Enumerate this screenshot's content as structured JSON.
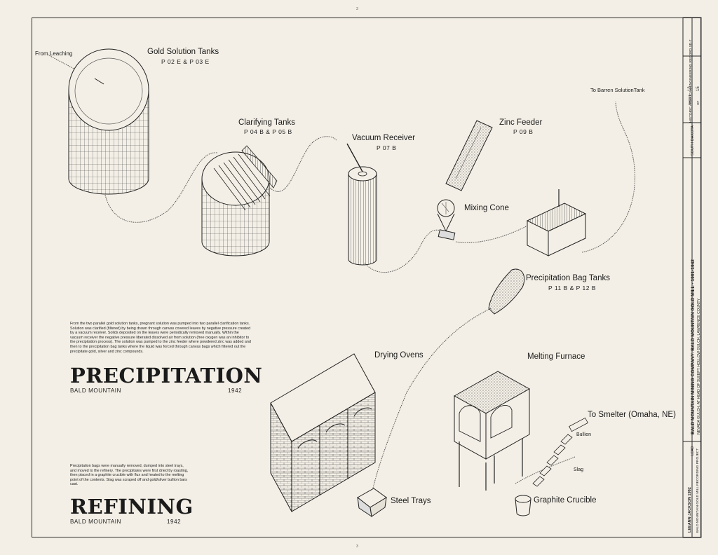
{
  "flow": {
    "from_leaching": "From Leaching",
    "to_barren": "To Barren SolutionTank"
  },
  "components": {
    "gold_tanks": {
      "title": "Gold Solution Tanks",
      "code": "P 02 E  &  P 03 E"
    },
    "clarifying": {
      "title": "Clarifying Tanks",
      "code": "P 04 B  &  P 05 B"
    },
    "vacuum": {
      "title": "Vacuum Receiver",
      "code": "P 07 B"
    },
    "zinc": {
      "title": "Zinc Feeder",
      "code": "P 09 B"
    },
    "mixing": {
      "title": "Mixing Cone"
    },
    "bag_tanks": {
      "title": "Precipitation Bag Tanks",
      "code": "P 11 B  &  P 12 B"
    },
    "drying": {
      "title": "Drying Ovens"
    },
    "melting": {
      "title": "Melting Furnace"
    },
    "smelter": {
      "title": "To Smelter (Omaha, NE)"
    },
    "bullion": {
      "title": "Bullion"
    },
    "slag": {
      "title": "Slag"
    },
    "crucible": {
      "title": "Graphite Crucible"
    },
    "trays": {
      "title": "Steel Trays"
    }
  },
  "precipitation": {
    "note": "From the two parallel gold solution tanks, pregnant solution was pumped into two parallel clarification tanks. Solution was clarified (filtered) by being drawn through canvas covered leaves by negative pressure created by a vacuum receiver. Solids deposited on the leaves were periodically removed manually. Within the vacuum receiver the negative pressure liberated dissolved air from solution (free oxygen was an inhibitor to the precipitation process). The solution was pumped to the zinc feeder where powdered zinc was added and then to the precipitation bag tanks where the liquid was forced through canvas bags which filtered out the precipitate gold, silver and zinc compounds.",
    "heading": "PRECIPITATION",
    "place": "BALD MOUNTAIN",
    "year": "1942"
  },
  "refining": {
    "note": "Precipitation bags were manually removed, dumped into steel trays, and moved to the refinery. The precipitates were first dried by roasting, then placed in a graphite crucible with flux and heated to the melting point of the contents. Slag was scraped off and gold/silver bullion bars cast.",
    "heading": "REFINING",
    "place": "BALD MOUNTAIN",
    "year": "1942"
  },
  "titleblock": {
    "main_title": "BALD MOUNTAIN MINING COMPANY: BALD MOUNTAIN GOLD MILL · 1901-1942",
    "location": "NEVADA GULCH, AT HEAD OF SLEEPY HOLLOW GULCH, LAWRENCE COUNTY",
    "state": "SOUTH DAKOTA",
    "survey": "HISTORIC AMERICAN ENGINEERING RECORD  SD-7",
    "sheet_label": "SHEET",
    "sheet_num": "13",
    "of_label": "OF",
    "of_num": "15",
    "delineator": "LEEANN JACKSON  1992",
    "project": "BALD MOUNTAIN GOLD MILL RECORDING PROJECT",
    "scale": "LEAD"
  },
  "margins": {
    "top_mark": "3",
    "bottom_mark": "3"
  }
}
